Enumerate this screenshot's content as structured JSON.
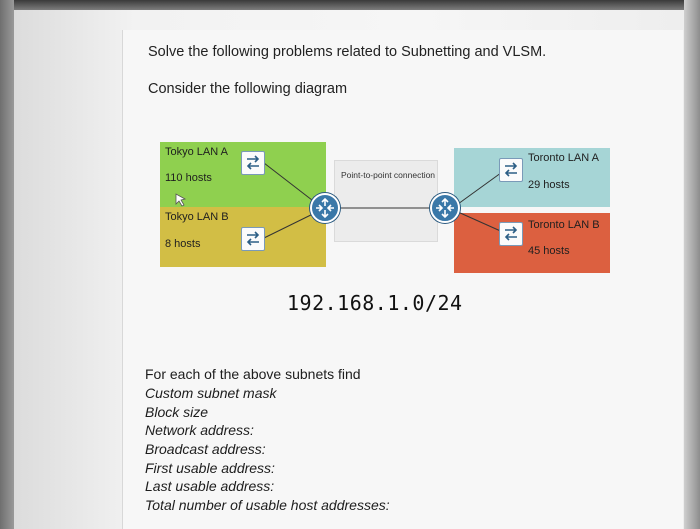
{
  "document": {
    "heading": "Solve the following problems related to Subnetting and VLSM.",
    "subheading": "Consider the following diagram"
  },
  "diagram": {
    "lans": [
      {
        "name": "Tokyo LAN A",
        "hosts": "110 hosts",
        "color": "#8fd04f"
      },
      {
        "name": "Tokyo LAN B",
        "hosts": "8 hosts",
        "color": "#d2be45"
      },
      {
        "name": "Toronto LAN A",
        "hosts": "29 hosts",
        "color": "#a6d5d6"
      },
      {
        "name": "Toronto LAN B",
        "hosts": "45 hosts",
        "color": "#dc6040"
      }
    ],
    "link_label": "Point-to-point connection",
    "network": "192.168.1.0/24",
    "icons": [
      "switch-icon",
      "router-icon",
      "cursor-icon"
    ]
  },
  "tasks": {
    "intro": "For each of the above subnets find",
    "items": [
      "Custom subnet mask",
      "Block size",
      "Network address:",
      "Broadcast address:",
      "First usable address:",
      "Last usable address:",
      "Total number of usable host addresses:"
    ]
  }
}
